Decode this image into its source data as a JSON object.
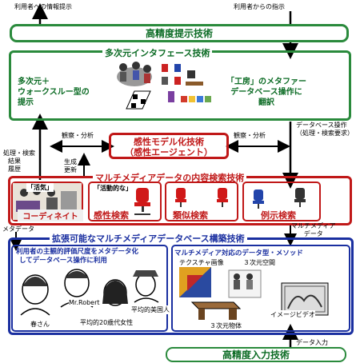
{
  "top": {
    "left_caption": "利用者への情報提示",
    "right_caption": "利用者からの指示",
    "high_precision_presentation": "高精度提示技術"
  },
  "interface": {
    "title": "多次元インタフェース技術",
    "left_text": [
      "多次元＋",
      "ウォークスルー型の",
      "提示"
    ],
    "right_text": [
      "「工房」のメタファー",
      "データベース操作に",
      "翻訳"
    ]
  },
  "side_labels": {
    "left_history": [
      "処理・検索",
      "結果",
      "履歴"
    ],
    "observe_analyze_left": "観察・分析",
    "observe_analyze_right": "観察・分析",
    "db_operation": [
      "データベース操作",
      "（処理・検索要求）"
    ],
    "generate_update": [
      "生成・",
      "更新"
    ],
    "metadata": "メタデータ",
    "multimedia_data": [
      "マルチメディア",
      "データ"
    ],
    "data_input": "データ入力"
  },
  "kansei_model": {
    "title": "感性モデル化技術",
    "subtitle": "（感性エージェント）"
  },
  "content_search": {
    "title": "マルチメディアデータの内容検索技術",
    "coordinate": "コーディネイト",
    "coordinate_tag": "「活気」",
    "kansei_tag": "「活動的な」",
    "kansei_search": "感性検索",
    "similar_search": "類似検索",
    "example_search": "例示検索"
  },
  "database": {
    "title": "拡張可能なマルチメディアデータベース構築技術",
    "left_desc": [
      "利用者の主観的評価尺度をメタデータ化",
      "してデータベース操作に利用"
    ],
    "people": [
      "春さん",
      "Mr.Robert",
      "平均的20歳代女性",
      "平均的美国人"
    ],
    "right_title": "マルチメディア対応のデータ型・メソッド",
    "texture": "テクスチャ画像",
    "space3d": "３次元空間",
    "object3d": "３次元物体",
    "image_video": "イメージビデオ"
  },
  "bottom": {
    "high_precision_input": "高精度入力技術"
  },
  "colors": {
    "green": "#2a8a3c",
    "red": "#c01818",
    "blue": "#1a2fa0"
  }
}
